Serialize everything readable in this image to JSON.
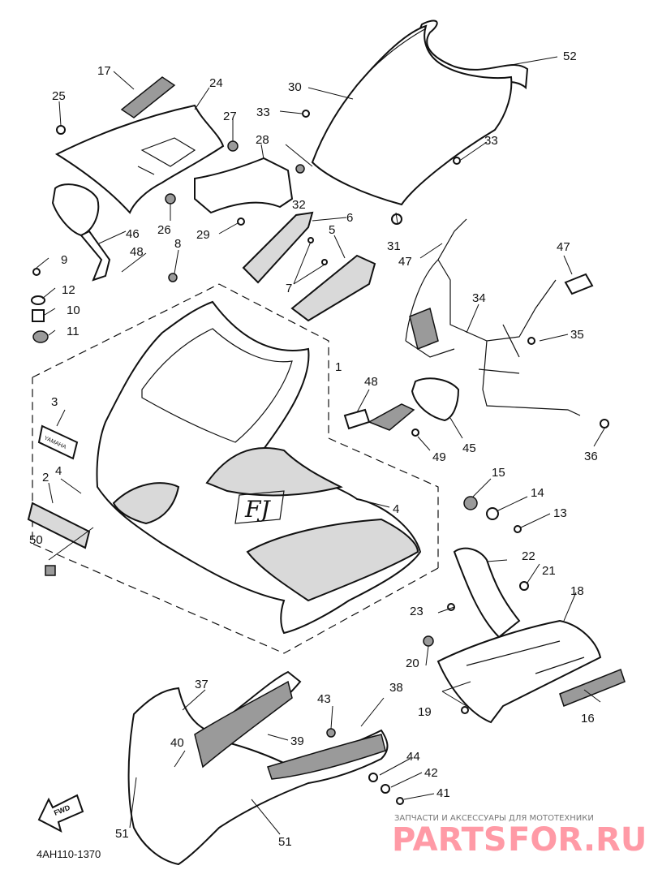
{
  "diagram": {
    "code": "4AH110-1370",
    "fwd_label": "FWD",
    "yamaha_label": "YAMAHA",
    "fj_label": "FJ",
    "callouts": [
      "1",
      "2",
      "3",
      "4",
      "4",
      "5",
      "6",
      "7",
      "8",
      "9",
      "10",
      "11",
      "12",
      "13",
      "14",
      "15",
      "16",
      "17",
      "18",
      "19",
      "20",
      "21",
      "22",
      "23",
      "24",
      "25",
      "26",
      "27",
      "28",
      "29",
      "30",
      "31",
      "32",
      "33",
      "33",
      "34",
      "35",
      "36",
      "37",
      "38",
      "39",
      "40",
      "41",
      "42",
      "43",
      "44",
      "45",
      "46",
      "47",
      "47",
      "48",
      "48",
      "49",
      "50",
      "51",
      "51",
      "52"
    ]
  },
  "watermark": {
    "tagline": "ЗАПЧАСТИ И АКСЕССУАРЫ ДЛЯ МОТОТЕХНИКИ",
    "brand_left": "PARTS",
    "brand_right": "FOR.RU"
  }
}
